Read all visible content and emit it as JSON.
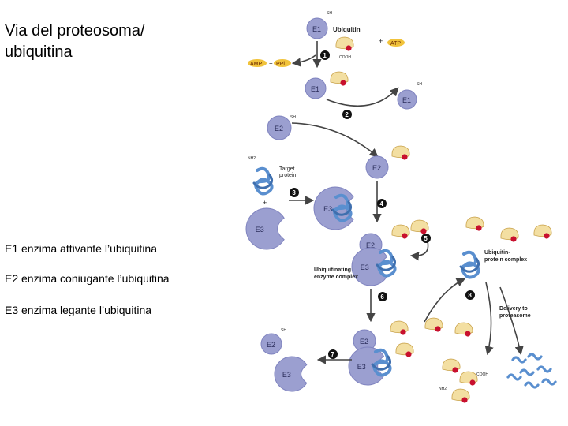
{
  "title": {
    "line1": "Via del proteosoma/",
    "line2": "ubiquitina"
  },
  "legend": [
    "E1 enzima attivante l’ubiquitina",
    "E2 enzima coniugante l’ubiquitina",
    "E3 enzima legante l’ubiquitina"
  ],
  "figure": {
    "ubiquitin_label": "Ubiquitin",
    "atp_label": "ATP",
    "amp_label": "AMP",
    "ppi_label": "PPi",
    "plus_sign": "+",
    "target_protein_label_1": "Target",
    "target_protein_label_2": "protein",
    "ubiquitinating_label_1": "Ubiquitinating",
    "ubiquitinating_label_2": "enzyme complex",
    "ubiq_protein_label_1": "Ubiquitin-",
    "ubiq_protein_label_2": "protein complex",
    "delivery_label_1": "Delivery to",
    "delivery_label_2": "proteasome",
    "e1": "E1",
    "e2": "E2",
    "e3": "E3",
    "sh": "SH",
    "cooh": "COOH",
    "nh2": "NH2",
    "steps": [
      "1",
      "2",
      "3",
      "4",
      "5",
      "6",
      "7",
      "8"
    ],
    "colors": {
      "enzyme": "#9b9fd0",
      "enzyme_dark": "#7f83bf",
      "ubiquitin": "#f3dfa2",
      "ubiquitin_edge": "#c9a24a",
      "atp": "#f1c33b",
      "bond": "#c8102e",
      "protein": "#5a8fcf",
      "arrow": "#444444"
    }
  }
}
